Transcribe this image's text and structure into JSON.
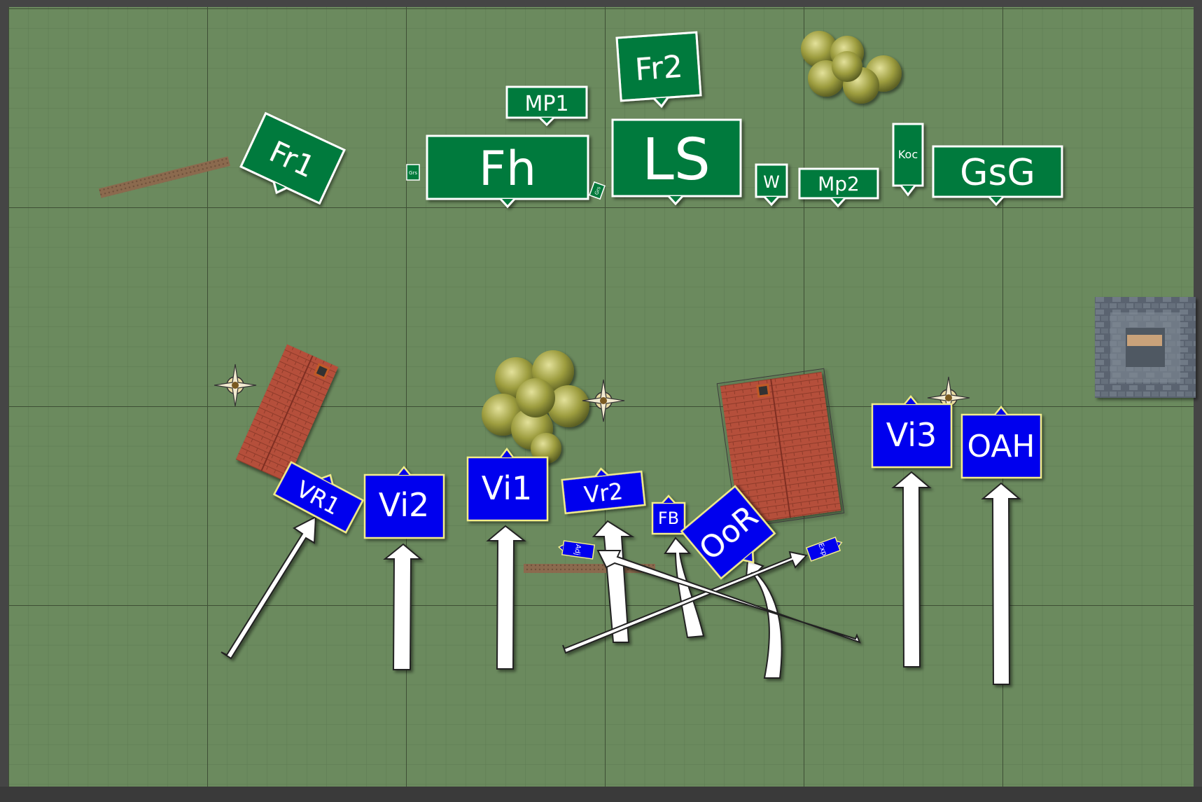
{
  "board": {
    "background_color": "#6b8a5e",
    "frame_color": "#454545",
    "grid_fine_color": "#5e7a52",
    "grid_major_color": "#3f5136"
  },
  "colors": {
    "enemy_fill": "#027a3c",
    "enemy_border": "#ffffff",
    "player_fill": "#0000ee",
    "player_border": "#f2ec8a",
    "roof": "#b5503b",
    "arrow": "#ffffff"
  },
  "enemy_units": {
    "fr1": "Fr1",
    "fr2": "Fr2",
    "mp1": "MP1",
    "fh": "Fh",
    "ls": "LS",
    "w": "W",
    "mp2": "Mp2",
    "koc": "Koc",
    "gsg": "GsG",
    "grs1": "Grs",
    "grs2": "Grs"
  },
  "player_units": {
    "vr1": "VR1",
    "vi2": "Vi2",
    "vi1": "Vi1",
    "vr2": "Vr2",
    "fb": "FB",
    "oor": "OoR",
    "vi3": "Vi3",
    "oah": "OAH",
    "adj": "Adj",
    "exp": "Exp"
  },
  "terrain": {
    "houses": [
      "house",
      "house"
    ],
    "woods": [
      "wood",
      "wood"
    ],
    "walls": [
      "wall",
      "wall"
    ],
    "objectives": [
      "objective-marker",
      "objective-marker",
      "objective-marker"
    ],
    "tower": "stone-tower"
  },
  "icons": {
    "objective": "compass-rose-icon",
    "arrow": "movement-arrow-icon"
  }
}
